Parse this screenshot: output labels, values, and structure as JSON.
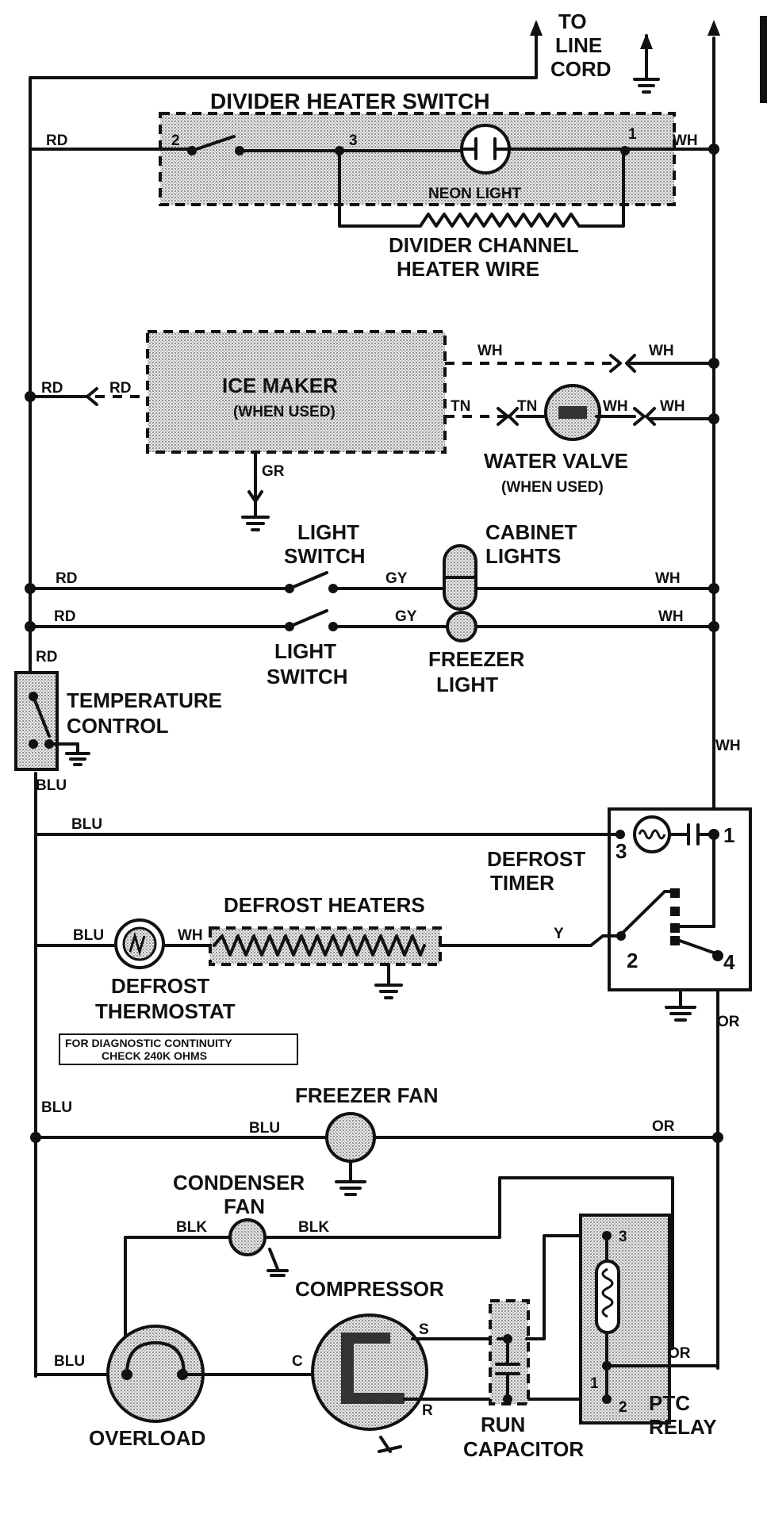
{
  "labels": {
    "to_line_cord_1": "TO",
    "to_line_cord_2": "LINE",
    "to_line_cord_3": "CORD",
    "divider_heater_switch": "DIVIDER HEATER SWITCH",
    "neon_light": "NEON LIGHT",
    "divider_channel_1": "DIVIDER CHANNEL",
    "divider_channel_2": "HEATER WIRE",
    "ice_maker_1": "ICE MAKER",
    "ice_maker_2": "(WHEN USED)",
    "water_valve_1": "WATER VALVE",
    "water_valve_2": "(WHEN USED)",
    "light_switch_top_1": "LIGHT",
    "light_switch_top_2": "SWITCH",
    "cabinet_lights_1": "CABINET",
    "cabinet_lights_2": "LIGHTS",
    "light_switch_bottom_1": "LIGHT",
    "light_switch_bottom_2": "SWITCH",
    "freezer_light_1": "FREEZER",
    "freezer_light_2": "LIGHT",
    "temperature_control_1": "TEMPERATURE",
    "temperature_control_2": "CONTROL",
    "defrost_timer_1": "DEFROST",
    "defrost_timer_2": "TIMER",
    "defrost_heaters": "DEFROST HEATERS",
    "defrost_thermostat_1": "DEFROST",
    "defrost_thermostat_2": "THERMOSTAT",
    "diagnostic_1": "FOR DIAGNOSTIC CONTINUITY",
    "diagnostic_2": "CHECK 240K OHMS",
    "freezer_fan": "FREEZER FAN",
    "condenser_fan_1": "CONDENSER",
    "condenser_fan_2": "FAN",
    "compressor": "COMPRESSOR",
    "overload": "OVERLOAD",
    "run_capacitor_1": "RUN",
    "run_capacitor_2": "CAPACITOR",
    "ptc_relay_1": "PTC",
    "ptc_relay_2": "RELAY"
  },
  "wires": {
    "rd": "RD",
    "wh": "WH",
    "tn": "TN",
    "gr": "GR",
    "gy": "GY",
    "blu": "BLU",
    "y": "Y",
    "or": "OR",
    "blk": "BLK"
  },
  "terminals": {
    "t1": "1",
    "t2": "2",
    "t3": "3",
    "t4": "4",
    "c": "C",
    "s": "S",
    "r": "R"
  }
}
